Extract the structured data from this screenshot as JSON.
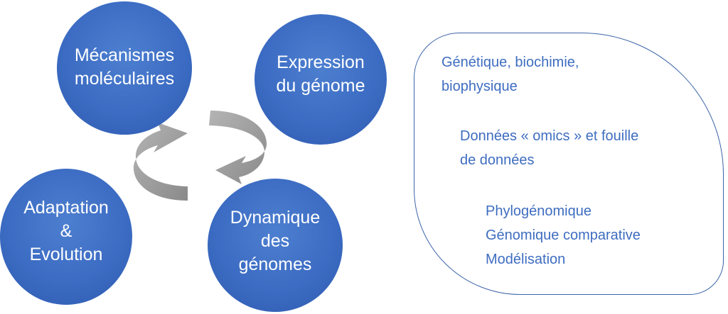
{
  "circles": {
    "mecanismes": {
      "lines": [
        "Mécanismes",
        "moléculaires"
      ]
    },
    "expression": {
      "lines": [
        "Expression",
        "du génome"
      ]
    },
    "adaptation": {
      "lines": [
        "Adaptation",
        "&",
        "Evolution"
      ]
    },
    "dynamique": {
      "lines": [
        "Dynamique",
        "des",
        "génomes"
      ]
    }
  },
  "topics": {
    "genetique": [
      "Génétique, biochimie,",
      "biophysique"
    ],
    "omics": [
      "Données « omics » et fouille",
      "de données"
    ],
    "phylo": [
      "Phylogénomique",
      "Génomique comparative",
      "Modélisation"
    ]
  },
  "colors": {
    "circle_fill": "#3c6cc3",
    "circle_text": "#ffffff",
    "topic_text": "#3e6dc0",
    "box_border": "#3c64a8",
    "arrow": "#9b9b9b"
  },
  "icons": {
    "cycle": "circular-arrows-icon"
  }
}
